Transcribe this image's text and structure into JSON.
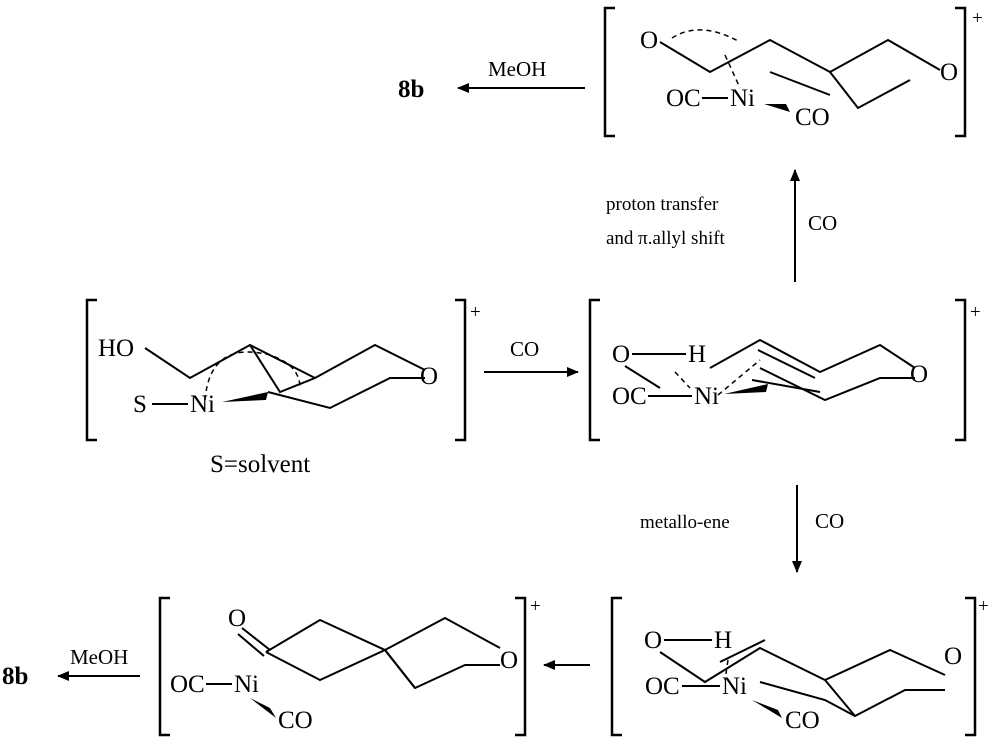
{
  "top_right": {
    "product": "8b",
    "reagent": "MeOH",
    "acyl_o": "O",
    "oc": "OC",
    "ni": "Ni",
    "co": "CO",
    "ring_o": "O",
    "charge": "+"
  },
  "step_up": {
    "label_line1": "proton transfer",
    "label_line2": "and π.allyl shift",
    "reagent": "CO"
  },
  "start": {
    "ho": "HO",
    "s": "S",
    "ni": "Ni",
    "ring_o": "O",
    "charge": "+",
    "note": "S=solvent"
  },
  "step_right": {
    "reagent": "CO"
  },
  "middle": {
    "o": "O",
    "h": "H",
    "oc": "OC",
    "ni": "Ni",
    "ring_o": "O",
    "charge": "+"
  },
  "step_down": {
    "label": "metallo-ene",
    "reagent": "CO"
  },
  "bottom_right": {
    "o": "O",
    "h": "H",
    "oc": "OC",
    "ni": "Ni",
    "co": "CO",
    "ring_o": "O",
    "charge": "+"
  },
  "bottom_left": {
    "product": "8b",
    "reagent": "MeOH",
    "acyl_o": "O",
    "oc": "OC",
    "ni": "Ni",
    "co": "CO",
    "ring_o": "O",
    "charge": "+"
  }
}
